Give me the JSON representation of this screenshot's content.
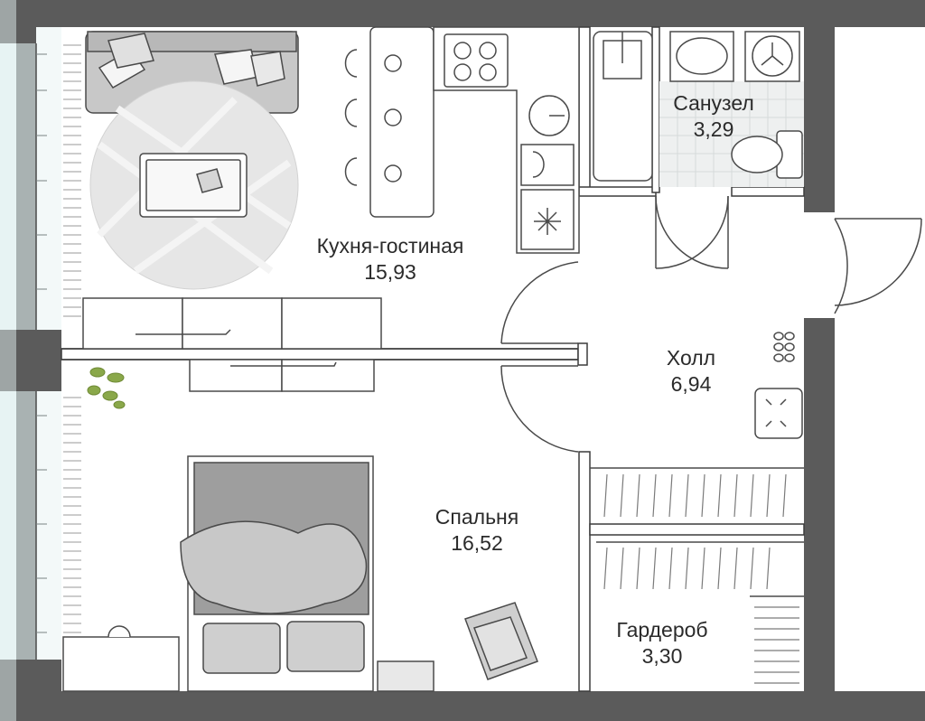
{
  "rooms": {
    "kitchen_living": {
      "name": "Кухня-гостиная",
      "area": "15,93"
    },
    "bathroom": {
      "name": "Санузел",
      "area": "3,29"
    },
    "hall": {
      "name": "Холл",
      "area": "6,94"
    },
    "bedroom": {
      "name": "Спальня",
      "area": "16,52"
    },
    "wardrobe": {
      "name": "Гардероб",
      "area": "3,30"
    }
  },
  "colors": {
    "wall": "#5b5b5b",
    "wall_dark": "#3c3c3c",
    "furniture_fill": "#c8c8c8",
    "furniture_light": "#e6e6e6",
    "line": "#4a4a4a",
    "window_glass": "#e7f3f3",
    "plant": "#8aa84a"
  }
}
